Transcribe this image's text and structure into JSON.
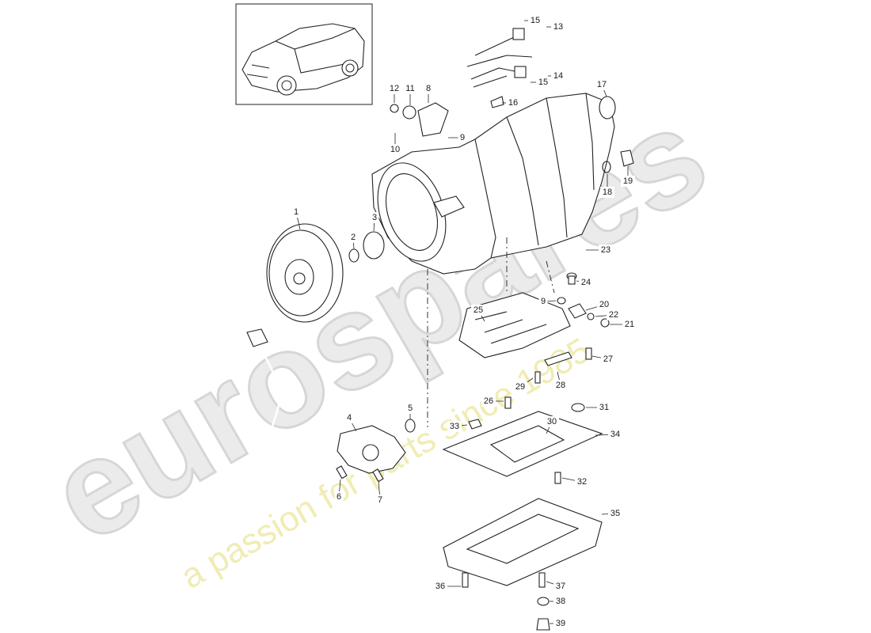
{
  "watermark": {
    "brand": "eurospares",
    "tagline": "a passion for parts since 1985"
  },
  "inset": {
    "description_icon": "car-thumbnail-icon"
  },
  "callouts": [
    {
      "id": "1",
      "label": "1"
    },
    {
      "id": "2",
      "label": "2"
    },
    {
      "id": "3",
      "label": "3"
    },
    {
      "id": "4",
      "label": "4"
    },
    {
      "id": "5",
      "label": "5"
    },
    {
      "id": "6",
      "label": "6"
    },
    {
      "id": "7",
      "label": "7"
    },
    {
      "id": "8",
      "label": "8"
    },
    {
      "id": "9a",
      "label": "9"
    },
    {
      "id": "9b",
      "label": "9"
    },
    {
      "id": "10",
      "label": "10"
    },
    {
      "id": "11",
      "label": "11"
    },
    {
      "id": "12",
      "label": "12"
    },
    {
      "id": "13",
      "label": "13"
    },
    {
      "id": "14",
      "label": "14"
    },
    {
      "id": "15a",
      "label": "15"
    },
    {
      "id": "15b",
      "label": "15"
    },
    {
      "id": "16",
      "label": "16"
    },
    {
      "id": "17",
      "label": "17"
    },
    {
      "id": "18",
      "label": "18"
    },
    {
      "id": "19",
      "label": "19"
    },
    {
      "id": "20",
      "label": "20"
    },
    {
      "id": "21",
      "label": "21"
    },
    {
      "id": "22",
      "label": "22"
    },
    {
      "id": "23",
      "label": "23"
    },
    {
      "id": "24",
      "label": "24"
    },
    {
      "id": "25",
      "label": "25"
    },
    {
      "id": "26",
      "label": "26"
    },
    {
      "id": "27",
      "label": "27"
    },
    {
      "id": "28",
      "label": "28"
    },
    {
      "id": "29",
      "label": "29"
    },
    {
      "id": "30",
      "label": "30"
    },
    {
      "id": "31",
      "label": "31"
    },
    {
      "id": "32",
      "label": "32"
    },
    {
      "id": "33",
      "label": "33"
    },
    {
      "id": "34",
      "label": "34"
    },
    {
      "id": "35",
      "label": "35"
    },
    {
      "id": "36",
      "label": "36"
    },
    {
      "id": "37",
      "label": "37"
    },
    {
      "id": "38",
      "label": "38"
    },
    {
      "id": "39",
      "label": "39"
    }
  ],
  "colors": {
    "line": "#222222",
    "watermark_grey": "#ebebeb",
    "watermark_yellow": "#f0ecb4"
  }
}
